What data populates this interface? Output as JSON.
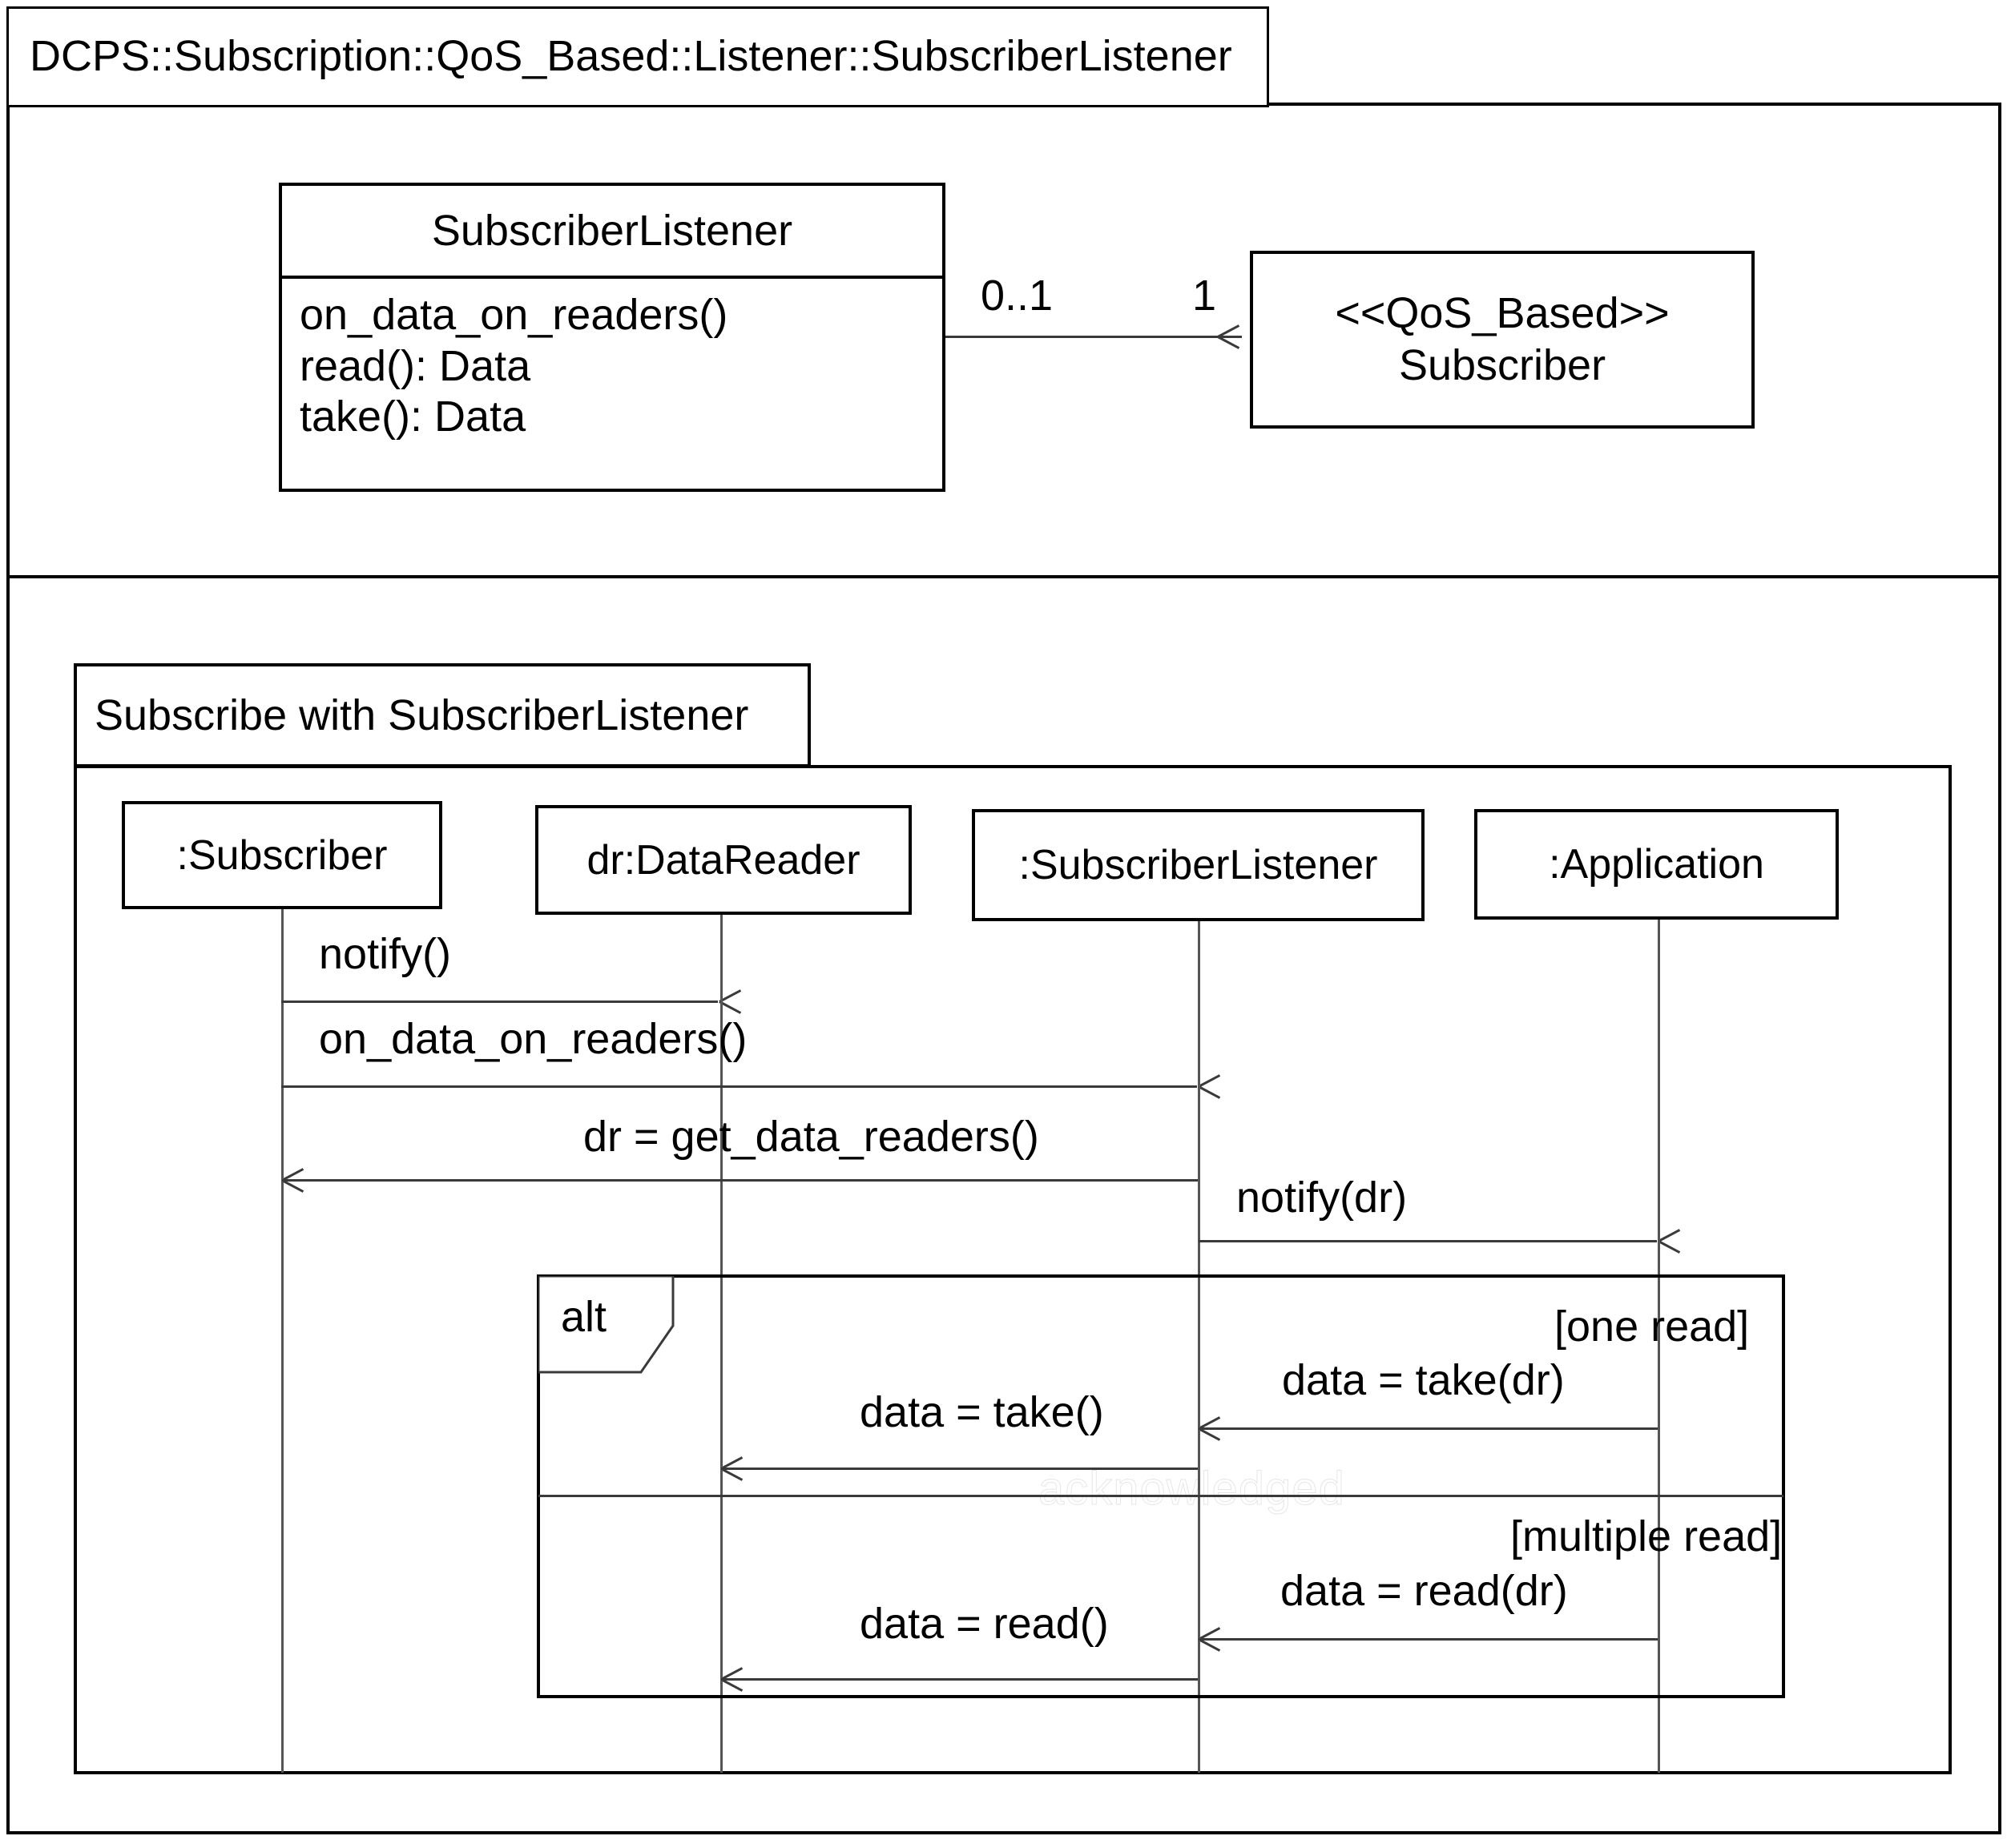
{
  "diagram": {
    "kind": "uml-class-and-sequence-diagram",
    "package_title": "DCPS::Subscription::QoS_Based::Listener::SubscriberListener",
    "watermark": "acknowledged"
  },
  "class_diagram": {
    "class": {
      "name": "SubscriberListener",
      "operations": [
        "on_data_on_readers()",
        "read(): Data",
        "take(): Data"
      ]
    },
    "association": {
      "source_multiplicity": "0..1",
      "target_multiplicity": "1"
    },
    "target_class": {
      "stereotype": "<<QoS_Based>>",
      "name": "Subscriber"
    }
  },
  "sequence_diagram": {
    "frame_label": "Subscribe with SubscriberListener",
    "lifelines": [
      {
        "label": ":Subscriber"
      },
      {
        "label": "dr:DataReader"
      },
      {
        "label": ":SubscriberListener"
      },
      {
        "label": ":Application"
      }
    ],
    "messages": [
      {
        "label": "notify()",
        "from": ":Subscriber",
        "to": "dr:DataReader",
        "direction": "right"
      },
      {
        "label": "on_data_on_readers()",
        "from": ":Subscriber",
        "to": ":SubscriberListener",
        "direction": "right"
      },
      {
        "label": "dr = get_data_readers()",
        "from": ":SubscriberListener",
        "to": ":Subscriber",
        "direction": "left"
      },
      {
        "label": "notify(dr)",
        "from": ":SubscriberListener",
        "to": ":Application",
        "direction": "right"
      }
    ],
    "combined_fragment": {
      "operator": "alt",
      "operands": [
        {
          "guard": "[one read]",
          "messages": [
            {
              "label": "data = take(dr)",
              "from": ":Application",
              "to": ":SubscriberListener",
              "direction": "left"
            },
            {
              "label": "data = take()",
              "from": ":SubscriberListener",
              "to": "dr:DataReader",
              "direction": "left"
            }
          ]
        },
        {
          "guard": "[multiple read]",
          "messages": [
            {
              "label": "data = read(dr)",
              "from": ":Application",
              "to": ":SubscriberListener",
              "direction": "left"
            },
            {
              "label": "data = read()",
              "from": ":SubscriberListener",
              "to": "dr:DataReader",
              "direction": "left"
            }
          ]
        }
      ]
    }
  }
}
